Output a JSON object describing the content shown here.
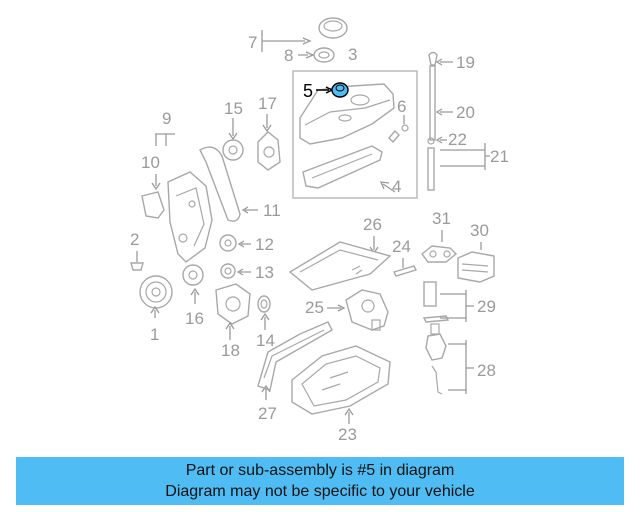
{
  "diagram": {
    "highlight_color": "#4fbdf4",
    "part_labels": [
      "1",
      "2",
      "3",
      "4",
      "5",
      "6",
      "7",
      "8",
      "9",
      "10",
      "11",
      "12",
      "13",
      "14",
      "15",
      "16",
      "17",
      "18",
      "19",
      "20",
      "21",
      "22",
      "23",
      "24",
      "25",
      "26",
      "27",
      "28",
      "29",
      "30",
      "31"
    ]
  },
  "banner": {
    "line1": "Part or sub-assembly is #5 in diagram",
    "line2": "Diagram may not be specific to your vehicle",
    "color": "#4fbdf4"
  }
}
